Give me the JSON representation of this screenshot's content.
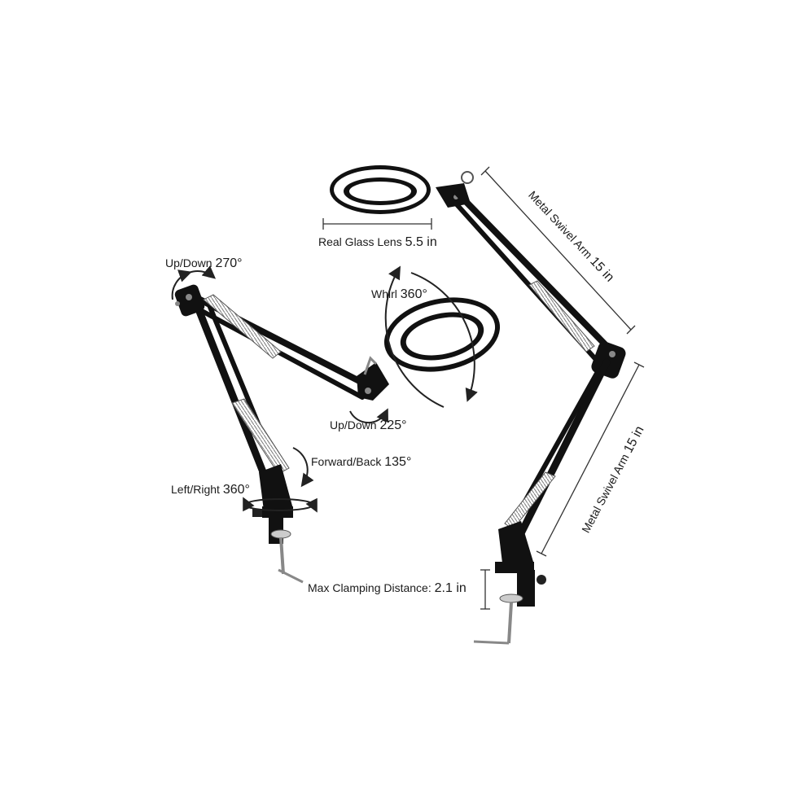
{
  "colors": {
    "frame": "#111111",
    "metal": "#2a2a2a",
    "spring": "#8a8a8a",
    "dim_line": "#333333",
    "led": "#ffffff"
  },
  "labels": {
    "lens": {
      "text": "Real Glass Lens",
      "value": "5.5 in"
    },
    "arm_top": {
      "text": "Metal Swivel Arm",
      "value": "15 in"
    },
    "arm_bottom": {
      "text": "Metal Swivel Arm",
      "value": "15 in"
    },
    "up_down_top": {
      "text": "Up/Down",
      "value": "270°"
    },
    "whirl": {
      "text": "Whirl",
      "value": "360°"
    },
    "up_down_head": {
      "text": "Up/Down",
      "value": "225°"
    },
    "forward_back": {
      "text": "Forward/Back",
      "value": "135°"
    },
    "left_right": {
      "text": "Left/Right",
      "value": "360°"
    },
    "clamp": {
      "text": "Max Clamping Distance:",
      "value": "2.1 in"
    }
  },
  "icons": [
    "rotate-arrow-icon",
    "dimension-line-icon",
    "lamp-illustration-icon"
  ]
}
